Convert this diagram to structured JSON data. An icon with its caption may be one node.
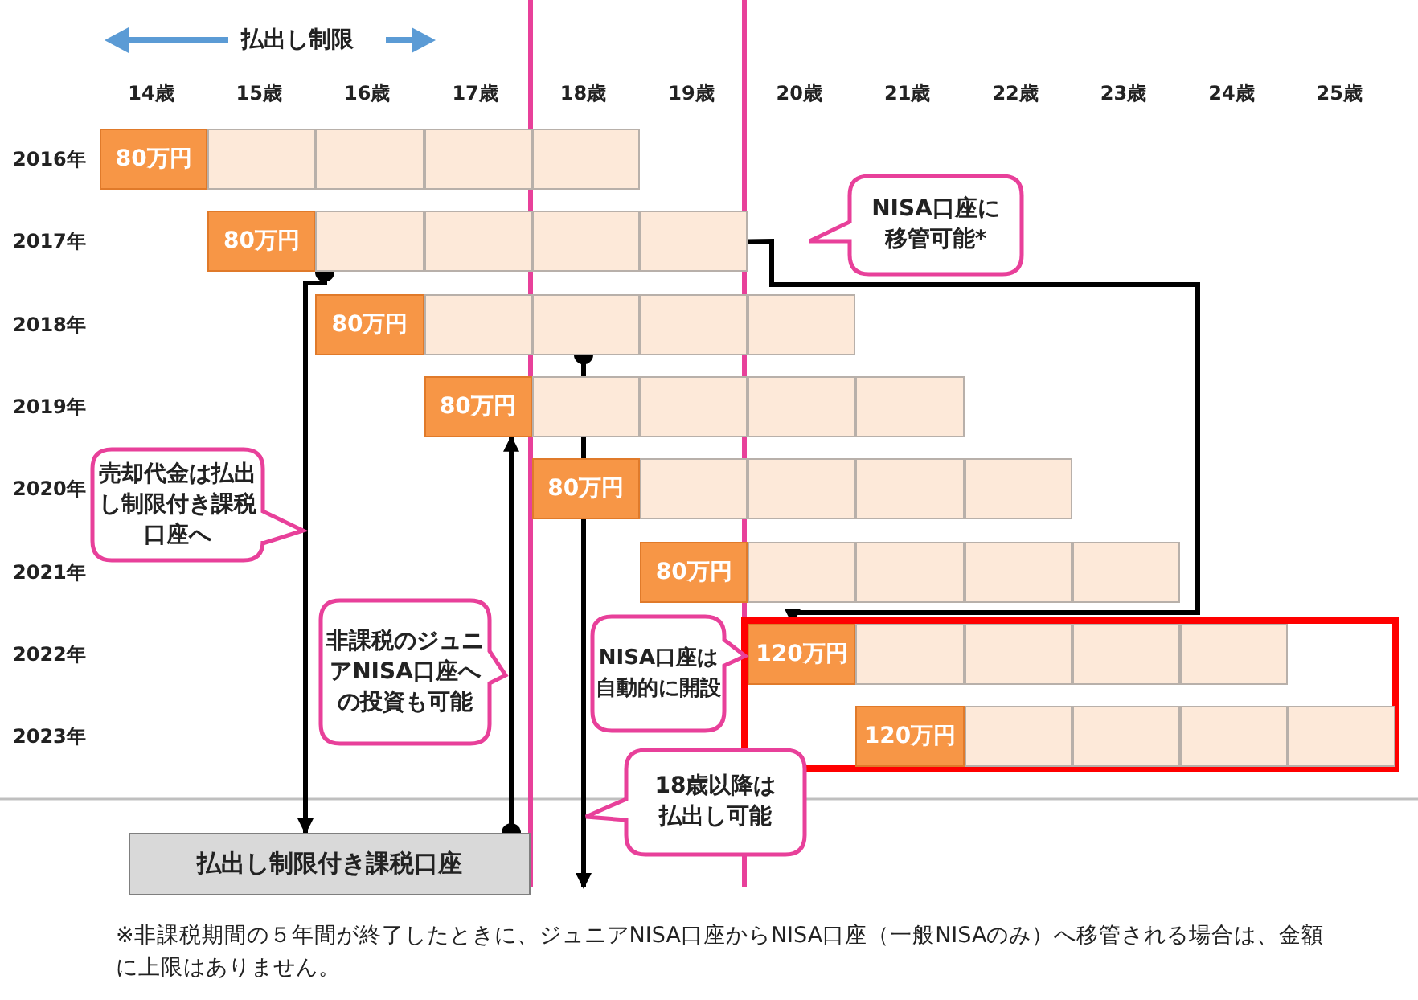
{
  "diagram": {
    "nodes": [
      {
        "text": [
          "80万円"
        ]
      },
      {
        "text": [],
        "shape": "box"
      },
      {
        "text": [],
        "shape": "box"
      },
      {
        "text": [],
        "shape": "box"
      },
      {
        "text": [],
        "shape": "box"
      },
      {
        "text": [
          "80万円"
        ]
      },
      {
        "text": [],
        "shape": "box"
      },
      {
        "text": [],
        "shape": "box"
      },
      {
        "text": [],
        "shape": "box"
      },
      {
        "text": [],
        "shape": "box"
      },
      {
        "text": [
          "80万円"
        ]
      },
      {
        "text": [],
        "shape": "box"
      },
      {
        "text": [],
        "shape": "box"
      },
      {
        "text": [],
        "shape": "box"
      },
      {
        "text": [],
        "shape": "box"
      },
      {
        "text": [
          "80万円"
        ]
      },
      {
        "text": [],
        "shape": "box"
      },
      {
        "text": [],
        "shape": "box"
      },
      {
        "text": [],
        "shape": "box"
      },
      {
        "text": [],
        "shape": "box"
      },
      {
        "text": [
          "80万円"
        ]
      },
      {
        "text": [],
        "shape": "box"
      },
      {
        "text": [],
        "shape": "box"
      },
      {
        "text": [],
        "shape": "box"
      },
      {
        "text": [],
        "shape": "box"
      },
      {
        "text": [
          "80万円"
        ]
      },
      {
        "text": [],
        "shape": "box"
      },
      {
        "text": [],
        "shape": "box"
      },
      {
        "text": [],
        "shape": "box"
      },
      {
        "text": [],
        "shape": "box"
      },
      {
        "text": [
          "120万円"
        ]
      },
      {
        "text": [],
        "shape": "box"
      },
      {
        "text": [],
        "shape": "box"
      },
      {
        "text": [],
        "shape": "box"
      },
      {
        "text": [],
        "shape": "box"
      },
      {
        "text": [
          "120万円"
        ]
      },
      {
        "text": [],
        "shape": "box"
      },
      {
        "text": [],
        "shape": "box"
      },
      {
        "text": [],
        "shape": "box"
      },
      {
        "text": [],
        "shape": "box"
      },
      {
        "text": [
          "NISA口座に移管可能*"
        ]
      },
      {
        "text": [
          "売却代金は払出し制限付き課税口座へ"
        ]
      },
      {
        "text": [
          "非課税のジュニアNISA口座への投資も可能"
        ]
      },
      {
        "text": [
          "NISA口座は自動的に開設"
        ]
      },
      {
        "text": [
          "18歳以降は払出し可能"
        ]
      },
      {
        "text": [
          "払出し制限付き課税口座"
        ]
      }
    ],
    "edges": [
      {
        "from": 6,
        "to": 45,
        "arrow": "to"
      },
      {
        "from": 45,
        "to": 15,
        "arrow": "to"
      },
      {
        "from": 12,
        "to": null,
        "arrow": "to"
      },
      {
        "from": 9,
        "to": 30,
        "arrow": "to"
      }
    ],
    "labels": [
      "払出し制限",
      "14歳",
      "15歳",
      "16歳",
      "17歳",
      "18歳",
      "19歳",
      "20歳",
      "21歳",
      "22歳",
      "23歳",
      "24歳",
      "25歳",
      "2016年",
      "2017年",
      "2018年",
      "2019年",
      "2020年",
      "2021年",
      "2022年",
      "2023年",
      "※非課税期間の５年間が終了したときに、ジュニアNISA口座からNISA口座（一般NISAのみ）へ移管される場合は、金額に上限はありません。"
    ]
  }
}
